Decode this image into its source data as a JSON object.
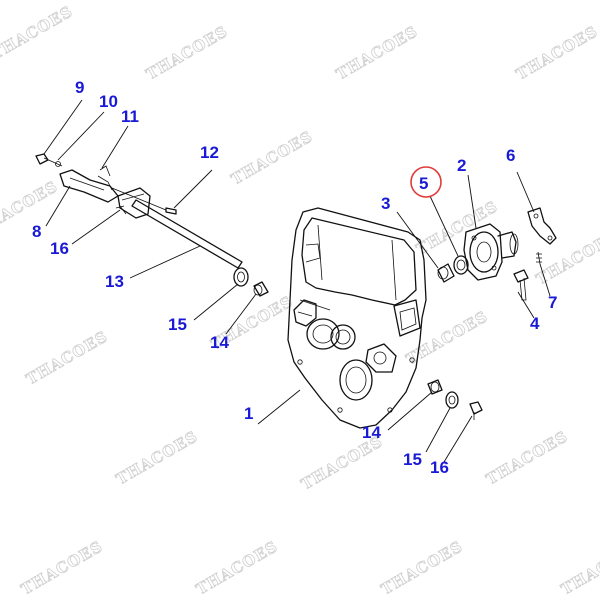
{
  "diagram": {
    "watermark": "THACOES",
    "highlight_color": "#e03a3a",
    "callout_color": "#1a1ad6",
    "callouts": [
      {
        "label": "1"
      },
      {
        "label": "2"
      },
      {
        "label": "3"
      },
      {
        "label": "4"
      },
      {
        "label": "5",
        "highlighted": true
      },
      {
        "label": "6"
      },
      {
        "label": "7"
      },
      {
        "label": "8"
      },
      {
        "label": "9"
      },
      {
        "label": "10"
      },
      {
        "label": "11"
      },
      {
        "label": "12"
      },
      {
        "label": "13"
      },
      {
        "label": "14"
      },
      {
        "label": "15"
      },
      {
        "label": "16"
      },
      {
        "label": "14"
      },
      {
        "label": "15"
      },
      {
        "label": "16"
      }
    ]
  }
}
